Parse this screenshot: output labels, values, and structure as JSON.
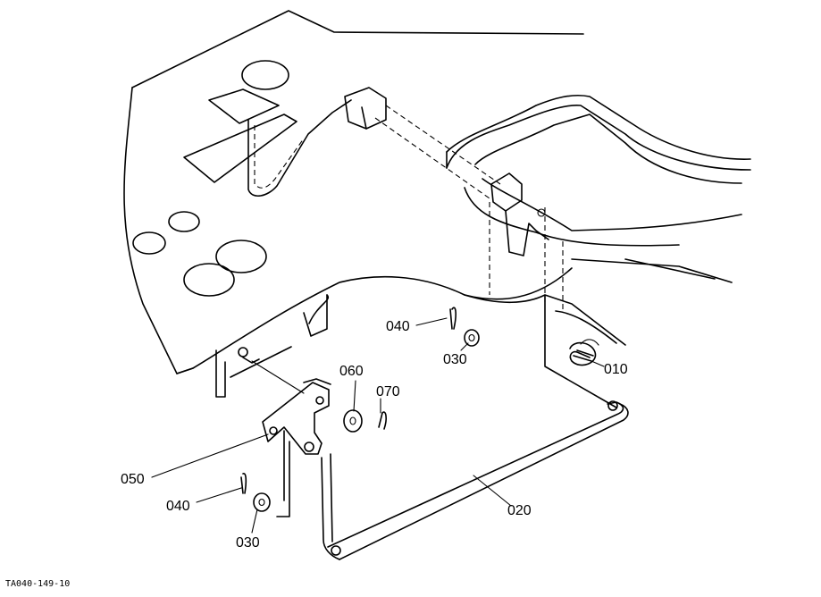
{
  "drawing_code": "TA040-149-10",
  "callouts": {
    "c010": "010",
    "c020": "020",
    "c030_upper": "030",
    "c030_lower": "030",
    "c040_upper": "040",
    "c040_lower": "040",
    "c050": "050",
    "c060": "060",
    "c070": "070"
  }
}
